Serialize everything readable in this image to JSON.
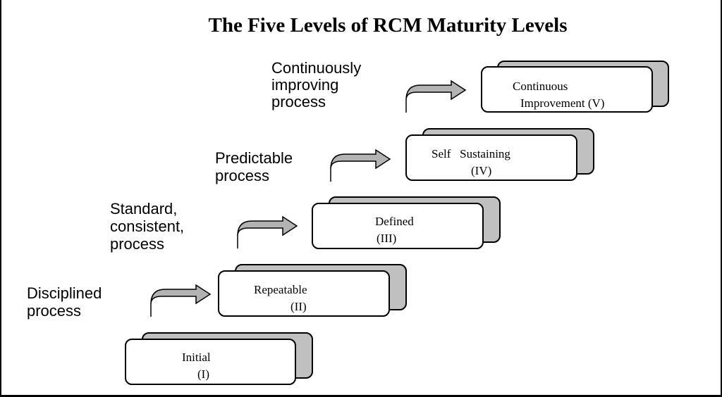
{
  "title": "The Five Levels of RCM Maturity Levels",
  "process_labels": [
    {
      "lines": [
        "Disciplined",
        "process"
      ]
    },
    {
      "lines": [
        "Standard,",
        "consistent,",
        "process"
      ]
    },
    {
      "lines": [
        "Predictable",
        "process"
      ]
    },
    {
      "lines": [
        "Continuously",
        "improving",
        "process"
      ]
    }
  ],
  "levels": [
    {
      "name": "Initial",
      "numeral": "(I)"
    },
    {
      "name": "Repeatable",
      "numeral": "(II)"
    },
    {
      "name": "Defined",
      "numeral": "(III)"
    },
    {
      "name": "Self   Sustaining",
      "numeral": "(IV)"
    },
    {
      "name": "Continuous",
      "numeral": "Improvement (V)"
    }
  ],
  "colors": {
    "box_fill": "#ffffff",
    "shadow_fill": "#c0c0c0",
    "arrow_fill": "#b3b3b3",
    "stroke": "#000000"
  },
  "icons": [
    "curved-up-right-arrow"
  ]
}
